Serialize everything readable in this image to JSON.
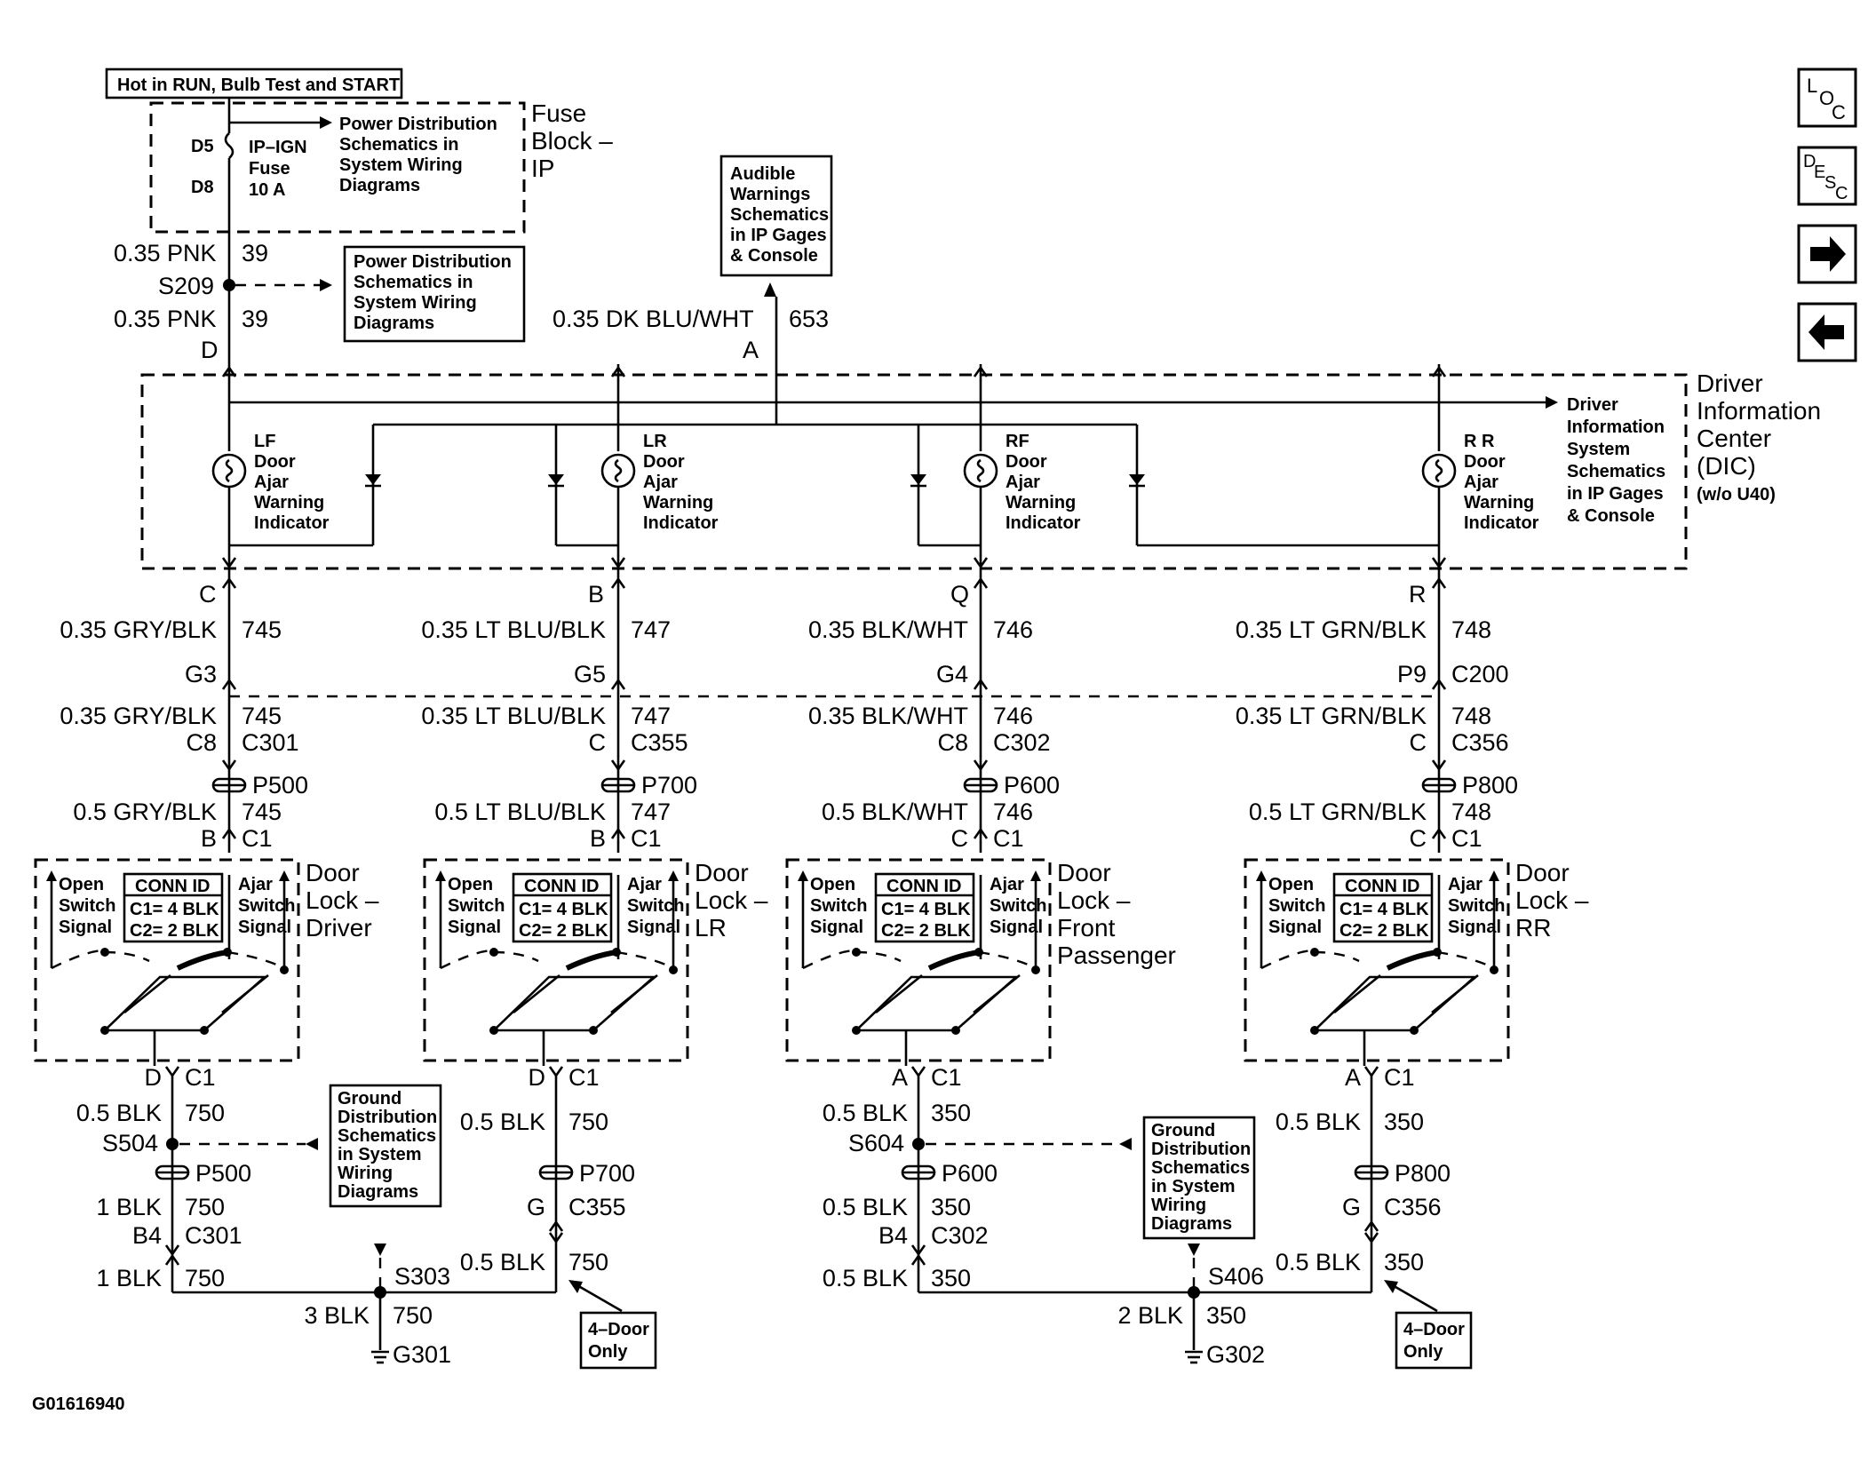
{
  "top_label": "Hot in RUN, Bulb Test and START",
  "fuse_block": {
    "title_l1": "Fuse",
    "title_l2": "Block –",
    "title_l3": "IP",
    "d5": "D5",
    "d8": "D8",
    "fuse_l1": "IP–IGN",
    "fuse_l2": "Fuse",
    "fuse_l3": "10 A",
    "pd1": "Power Distribution",
    "pd2": "Schematics in",
    "pd3": "System Wiring",
    "pd4": "Diagrams"
  },
  "s209": {
    "wire1": "0.35 PNK",
    "num1": "39",
    "splice": "S209",
    "wire2": "0.35 PNK",
    "num2": "39",
    "pin": "D",
    "pd1": "Power Distribution",
    "pd2": "Schematics in",
    "pd3": "System Wiring",
    "pd4": "Diagrams"
  },
  "audible": {
    "l1": "Audible",
    "l2": "Warnings",
    "l3": "Schematics",
    "l4": "in IP Gages",
    "l5": "& Console",
    "wire": "0.35 DK BLU/WHT",
    "num": "653",
    "pin": "A"
  },
  "dic": {
    "title_l1": "Driver",
    "title_l2": "Information",
    "title_l3": "Center",
    "title_l4": "(DIC)",
    "title_l5": "(w/o U40)",
    "dis_l1": "Driver",
    "dis_l2": "Information",
    "dis_l3": "System",
    "dis_l4": "Schematics",
    "dis_l5": "in IP Gages",
    "dis_l6": "& Console"
  },
  "indicators": [
    {
      "l1": "LF",
      "l2": "Door",
      "l3": "Ajar",
      "l4": "Warning",
      "l5": "Indicator"
    },
    {
      "l1": "LR",
      "l2": "Door",
      "l3": "Ajar",
      "l4": "Warning",
      "l5": "Indicator"
    },
    {
      "l1": "RF",
      "l2": "Door",
      "l3": "Ajar",
      "l4": "Warning",
      "l5": "Indicator"
    },
    {
      "l1": "R R",
      "l2": "Door",
      "l3": "Ajar",
      "l4": "Warning",
      "l5": "Indicator"
    }
  ],
  "circuits": [
    {
      "pin_top": "C",
      "w1": "0.35 GRY/BLK",
      "n1": "745",
      "g": "G3",
      "w2": "0.35 GRY/BLK",
      "n2": "745",
      "c8": "C8",
      "conn": "C301",
      "p": "P500",
      "w3": "0.5 GRY/BLK",
      "n3": "745",
      "pb": "B",
      "c1": "C1",
      "dl_l1": "Door",
      "dl_l2": "Lock –",
      "dl_l3": "Driver",
      "dl_l4": ""
    },
    {
      "pin_top": "B",
      "w1": "0.35 LT BLU/BLK",
      "n1": "747",
      "g": "G5",
      "w2": "0.35 LT BLU/BLK",
      "n2": "747",
      "c8": "C",
      "conn": "C355",
      "p": "P700",
      "w3": "0.5 LT BLU/BLK",
      "n3": "747",
      "pb": "B",
      "c1": "C1",
      "dl_l1": "Door",
      "dl_l2": "Lock –",
      "dl_l3": "LR",
      "dl_l4": ""
    },
    {
      "pin_top": "Q",
      "w1": "0.35 BLK/WHT",
      "n1": "746",
      "g": "G4",
      "w2": "0.35 BLK/WHT",
      "n2": "746",
      "c8": "C8",
      "conn": "C302",
      "p": "P600",
      "w3": "0.5 BLK/WHT",
      "n3": "746",
      "pb": "C",
      "c1": "C1",
      "dl_l1": "Door",
      "dl_l2": "Lock –",
      "dl_l3": "Front",
      "dl_l4": "Passenger"
    },
    {
      "pin_top": "R",
      "w1": "0.35 LT GRN/BLK",
      "n1": "748",
      "g": "P9",
      "g2": "C200",
      "w2": "0.35 LT GRN/BLK",
      "n2": "748",
      "c8": "C",
      "conn": "C356",
      "p": "P800",
      "w3": "0.5 LT GRN/BLK",
      "n3": "748",
      "pb": "C",
      "c1": "C1",
      "dl_l1": "Door",
      "dl_l2": "Lock –",
      "dl_l3": "RR",
      "dl_l4": ""
    }
  ],
  "switch": {
    "open1": "Open",
    "open2": "Switch",
    "open3": "Signal",
    "ajar1": "Ajar",
    "ajar2": "Switch",
    "ajar3": "Signal",
    "conn_id": "CONN ID",
    "c1": "C1= 4 BLK",
    "c2": "C2= 2 BLK"
  },
  "ground_left": {
    "a": {
      "pin": "D",
      "c1": "C1",
      "w1": "0.5 BLK",
      "n1": "750",
      "splice": "S504",
      "p": "P500",
      "w2": "1 BLK",
      "n2": "750",
      "b4": "B4",
      "conn": "C301",
      "w3": "1 BLK",
      "n3": "750"
    },
    "b": {
      "pin": "D",
      "c1": "C1",
      "w1": "0.5 BLK",
      "n1": "750",
      "p": "P700",
      "g": "G",
      "conn": "C355",
      "w2": "0.5 BLK",
      "n2": "750"
    },
    "gd1": "Ground",
    "gd2": "Distribution",
    "gd3": "Schematics",
    "gd4": "in System",
    "gd5": "Wiring",
    "gd6": "Diagrams",
    "splice": "S303",
    "gw": "3 BLK",
    "gn": "750",
    "ground": "G301",
    "door1": "4–Door",
    "door2": "Only"
  },
  "ground_right": {
    "a": {
      "pin": "A",
      "c1": "C1",
      "w1": "0.5 BLK",
      "n1": "350",
      "splice": "S604",
      "p": "P600",
      "w2": "0.5 BLK",
      "n2": "350",
      "b4": "B4",
      "conn": "C302",
      "w3": "0.5 BLK",
      "n3": "350"
    },
    "b": {
      "pin": "A",
      "c1": "C1",
      "w1": "0.5 BLK",
      "n1": "350",
      "p": "P800",
      "g": "G",
      "conn": "C356",
      "w2": "0.5 BLK",
      "n2": "350"
    },
    "gd1": "Ground",
    "gd2": "Distribution",
    "gd3": "Schematics",
    "gd4": "in System",
    "gd5": "Wiring",
    "gd6": "Diagrams",
    "splice": "S406",
    "gw": "2 BLK",
    "gn": "350",
    "ground": "G302",
    "door1": "4–Door",
    "door2": "Only"
  },
  "figure_id": "G01616940",
  "nav": {
    "loc_l": "L",
    "loc_oc": "O",
    "loc_c": "C",
    "desc_d": "D",
    "desc_e": "E",
    "desc_s": "S",
    "desc_c": "C"
  }
}
